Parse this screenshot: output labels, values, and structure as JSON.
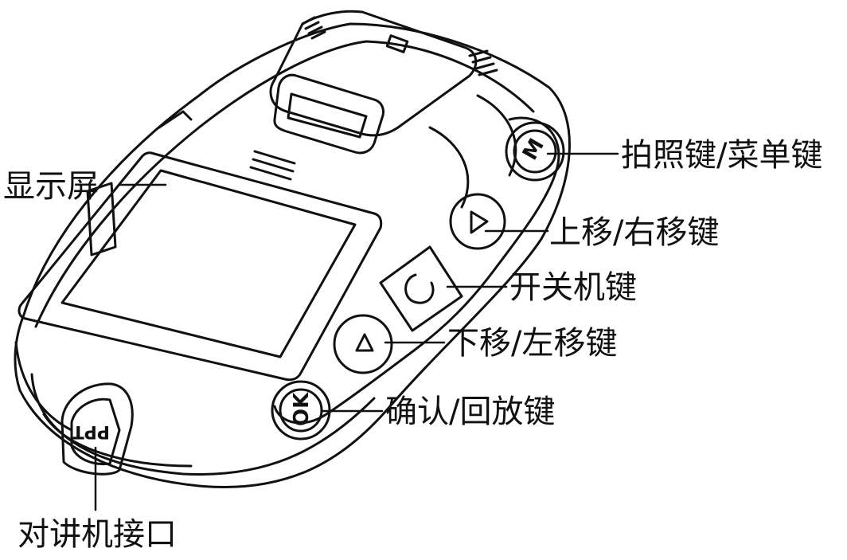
{
  "labels": {
    "display": "显示屏",
    "capture_menu": "拍照键/菜单键",
    "up_right": "上移/右移键",
    "power": "开关机键",
    "down_left": "下移/左移键",
    "ok_playback": "确认/回放键",
    "intercom_port": "对讲机接口"
  },
  "device": {
    "ok_button_text": "OK",
    "ptt_text": "PPT",
    "m_button_text": "M"
  }
}
